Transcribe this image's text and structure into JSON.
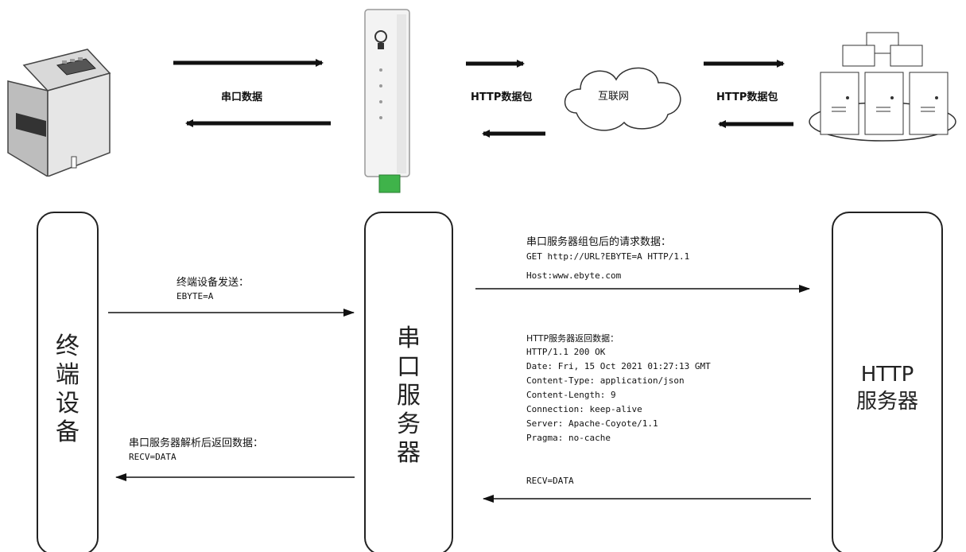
{
  "top": {
    "serial_data_label": "串口数据",
    "http_packet_left_label": "HTTP数据包",
    "internet_label": "互联网",
    "http_packet_right_label": "HTTP数据包"
  },
  "columns": {
    "terminal": "终端设备",
    "serial_server": "串口服务器",
    "http_server_line1": "HTTP",
    "http_server_line2": "服务器"
  },
  "messages": {
    "terminal_send_title": "终端设备发送：",
    "terminal_send_value": "EBYTE=A",
    "request_title": "串口服务器组包后的请求数据：",
    "request_lines": [
      "GET http://URL?EBYTE=A HTTP/1.1",
      "Host:www.ebyte.com"
    ],
    "response_title": "HTTP服务器返回数据：",
    "response_lines": [
      "HTTP/1.1 200 OK",
      "Date: Fri, 15 Oct 2021 01:27:13 GMT",
      "Content-Type: application/json",
      "Content-Length: 9",
      "Connection: keep-alive",
      "Server: Apache-Coyote/1.1",
      "Pragma: no-cache"
    ],
    "response_value": "RECV=DATA",
    "parse_title": "串口服务器解析后返回数据：",
    "parse_value": "RECV=DATA"
  },
  "icons": [
    "printer-icon",
    "serial-server-device-icon",
    "cloud-icon",
    "server-cluster-icon"
  ]
}
